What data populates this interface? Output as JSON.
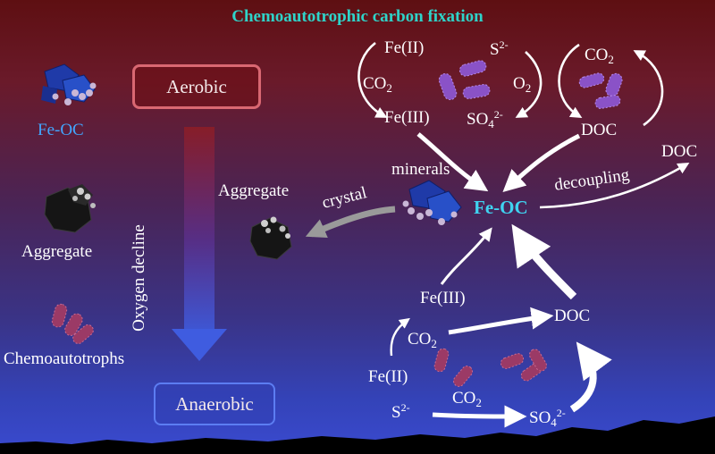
{
  "title": "Chemoautotrophic carbon fixation",
  "legend": {
    "feoc": "Fe-OC",
    "aggregate": "Aggregate",
    "chemoautotrophs": "Chemoautotrophs"
  },
  "gradient": {
    "top_box": "Aerobic",
    "bottom_box": "Anaerobic",
    "axis_label": "Oxygen decline"
  },
  "aerobic_cycle": {
    "fe2": "Fe(II)",
    "s2": "S",
    "s2_charge": "2-",
    "co2": "CO",
    "co2_sub": "2",
    "o2": "O",
    "o2_sub": "2",
    "fe3": "Fe(III)",
    "so4": "SO",
    "so4_sub": "4",
    "so4_charge": "2-",
    "co2_right": "CO",
    "co2_right_sub": "2",
    "doc": "DOC"
  },
  "center": {
    "minerals": "minerals",
    "feoc": "Fe-OC",
    "crystal": "crystal",
    "aggregate": "Aggregate",
    "decoupling": "decoupling",
    "doc_out": "DOC"
  },
  "anaerobic_cycle": {
    "fe3": "Fe(III)",
    "co2": "CO",
    "co2_sub": "2",
    "doc": "DOC",
    "fe2": "Fe(II)",
    "co2_b": "CO",
    "co2_b_sub": "2",
    "s2": "S",
    "s2_charge": "2-",
    "so4": "SO",
    "so4_sub": "4",
    "so4_charge": "2-"
  },
  "colors": {
    "title": "#2fd3c9",
    "feoc_label": "#42a6ff",
    "feoc_center": "#3fd3f1",
    "aerobic_border": "#d96872",
    "anaerobic_border": "#5c7df2",
    "crystal_arrow": "#9a9a9a",
    "bacteria_aerobic": "#8a52c7",
    "bacteria_anaerobic": "#9b3a66"
  }
}
